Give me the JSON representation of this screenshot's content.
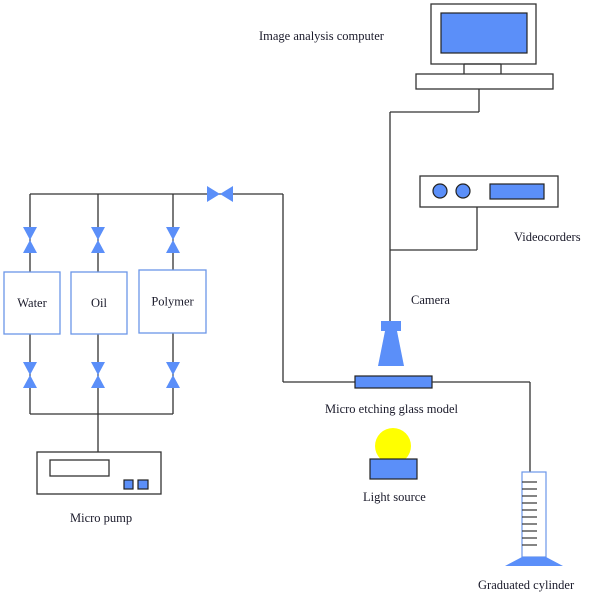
{
  "diagram": {
    "title": "Micro-model flooding experiment setup",
    "labels": {
      "computer": "Image analysis computer",
      "videocorders": "Videocorders",
      "camera": "Camera",
      "glass_model": "Micro etching glass model",
      "light_source": "Light source",
      "cylinder": "Graduated cylinder",
      "pump": "Micro pump"
    },
    "tanks": [
      {
        "label": "Water"
      },
      {
        "label": "Oil"
      },
      {
        "label": "Polymer"
      }
    ],
    "colors": {
      "accent": "#5b8ff9",
      "light": "#ffff00",
      "line": "#333333"
    },
    "cylinder_graduations": 10
  }
}
